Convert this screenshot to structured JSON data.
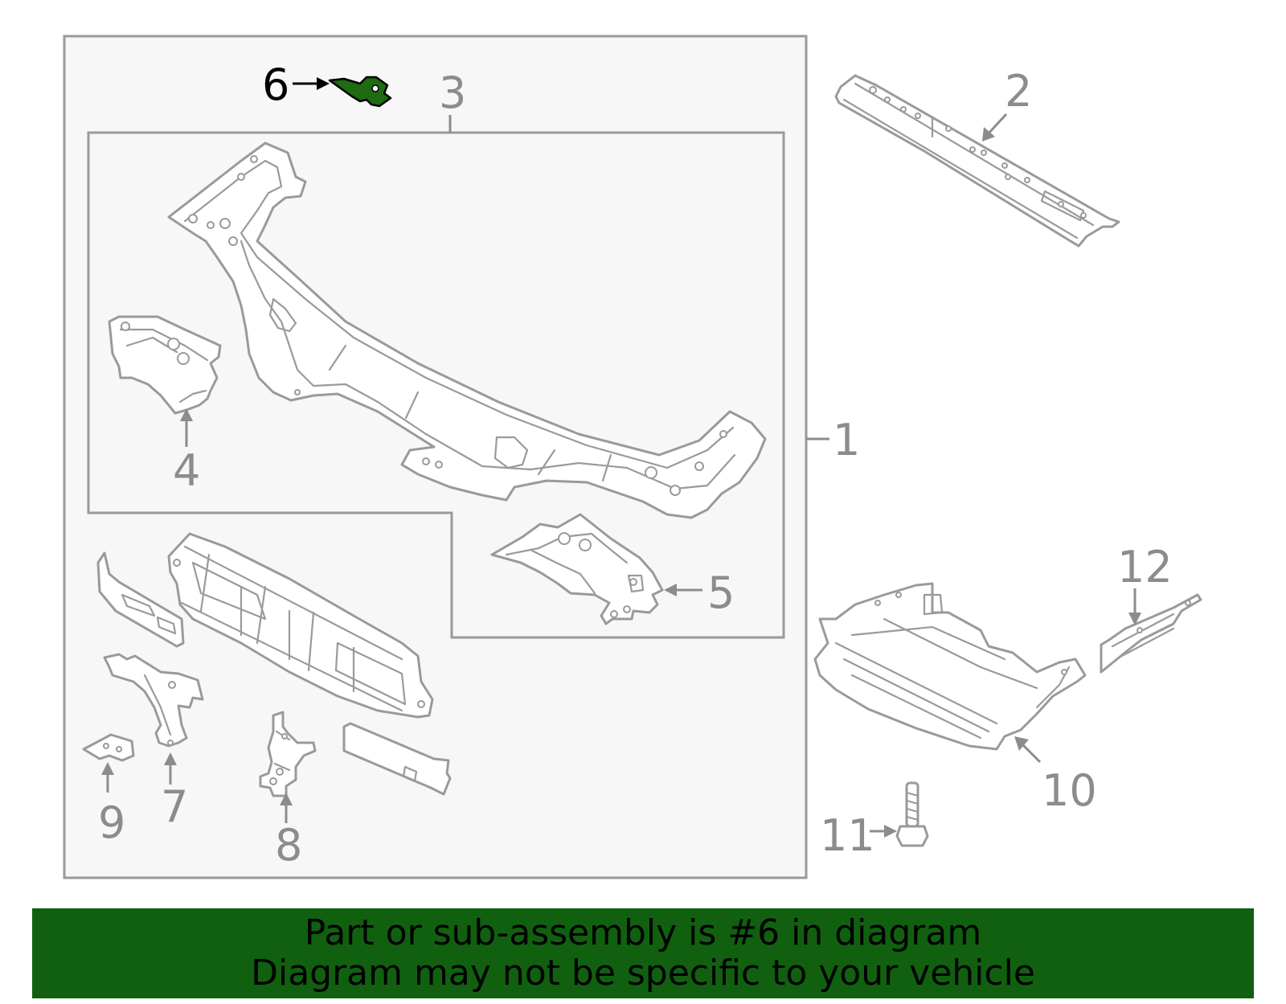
{
  "callouts": {
    "c1": "1",
    "c2": "2",
    "c3": "3",
    "c4": "4",
    "c5": "5",
    "c6": "6",
    "c7": "7",
    "c8": "8",
    "c9": "9",
    "c10": "10",
    "c11": "11",
    "c12": "12"
  },
  "highlighted_part": "6",
  "banner": {
    "line1": "Part or sub-assembly is #6 in diagram",
    "line2": "Diagram may not be specific to your vehicle"
  },
  "colors": {
    "banner_background": "#106010",
    "highlight_fill": "#1e6b12",
    "line_art": "#9a9a9a",
    "panel_background": "#f7f7f7"
  }
}
